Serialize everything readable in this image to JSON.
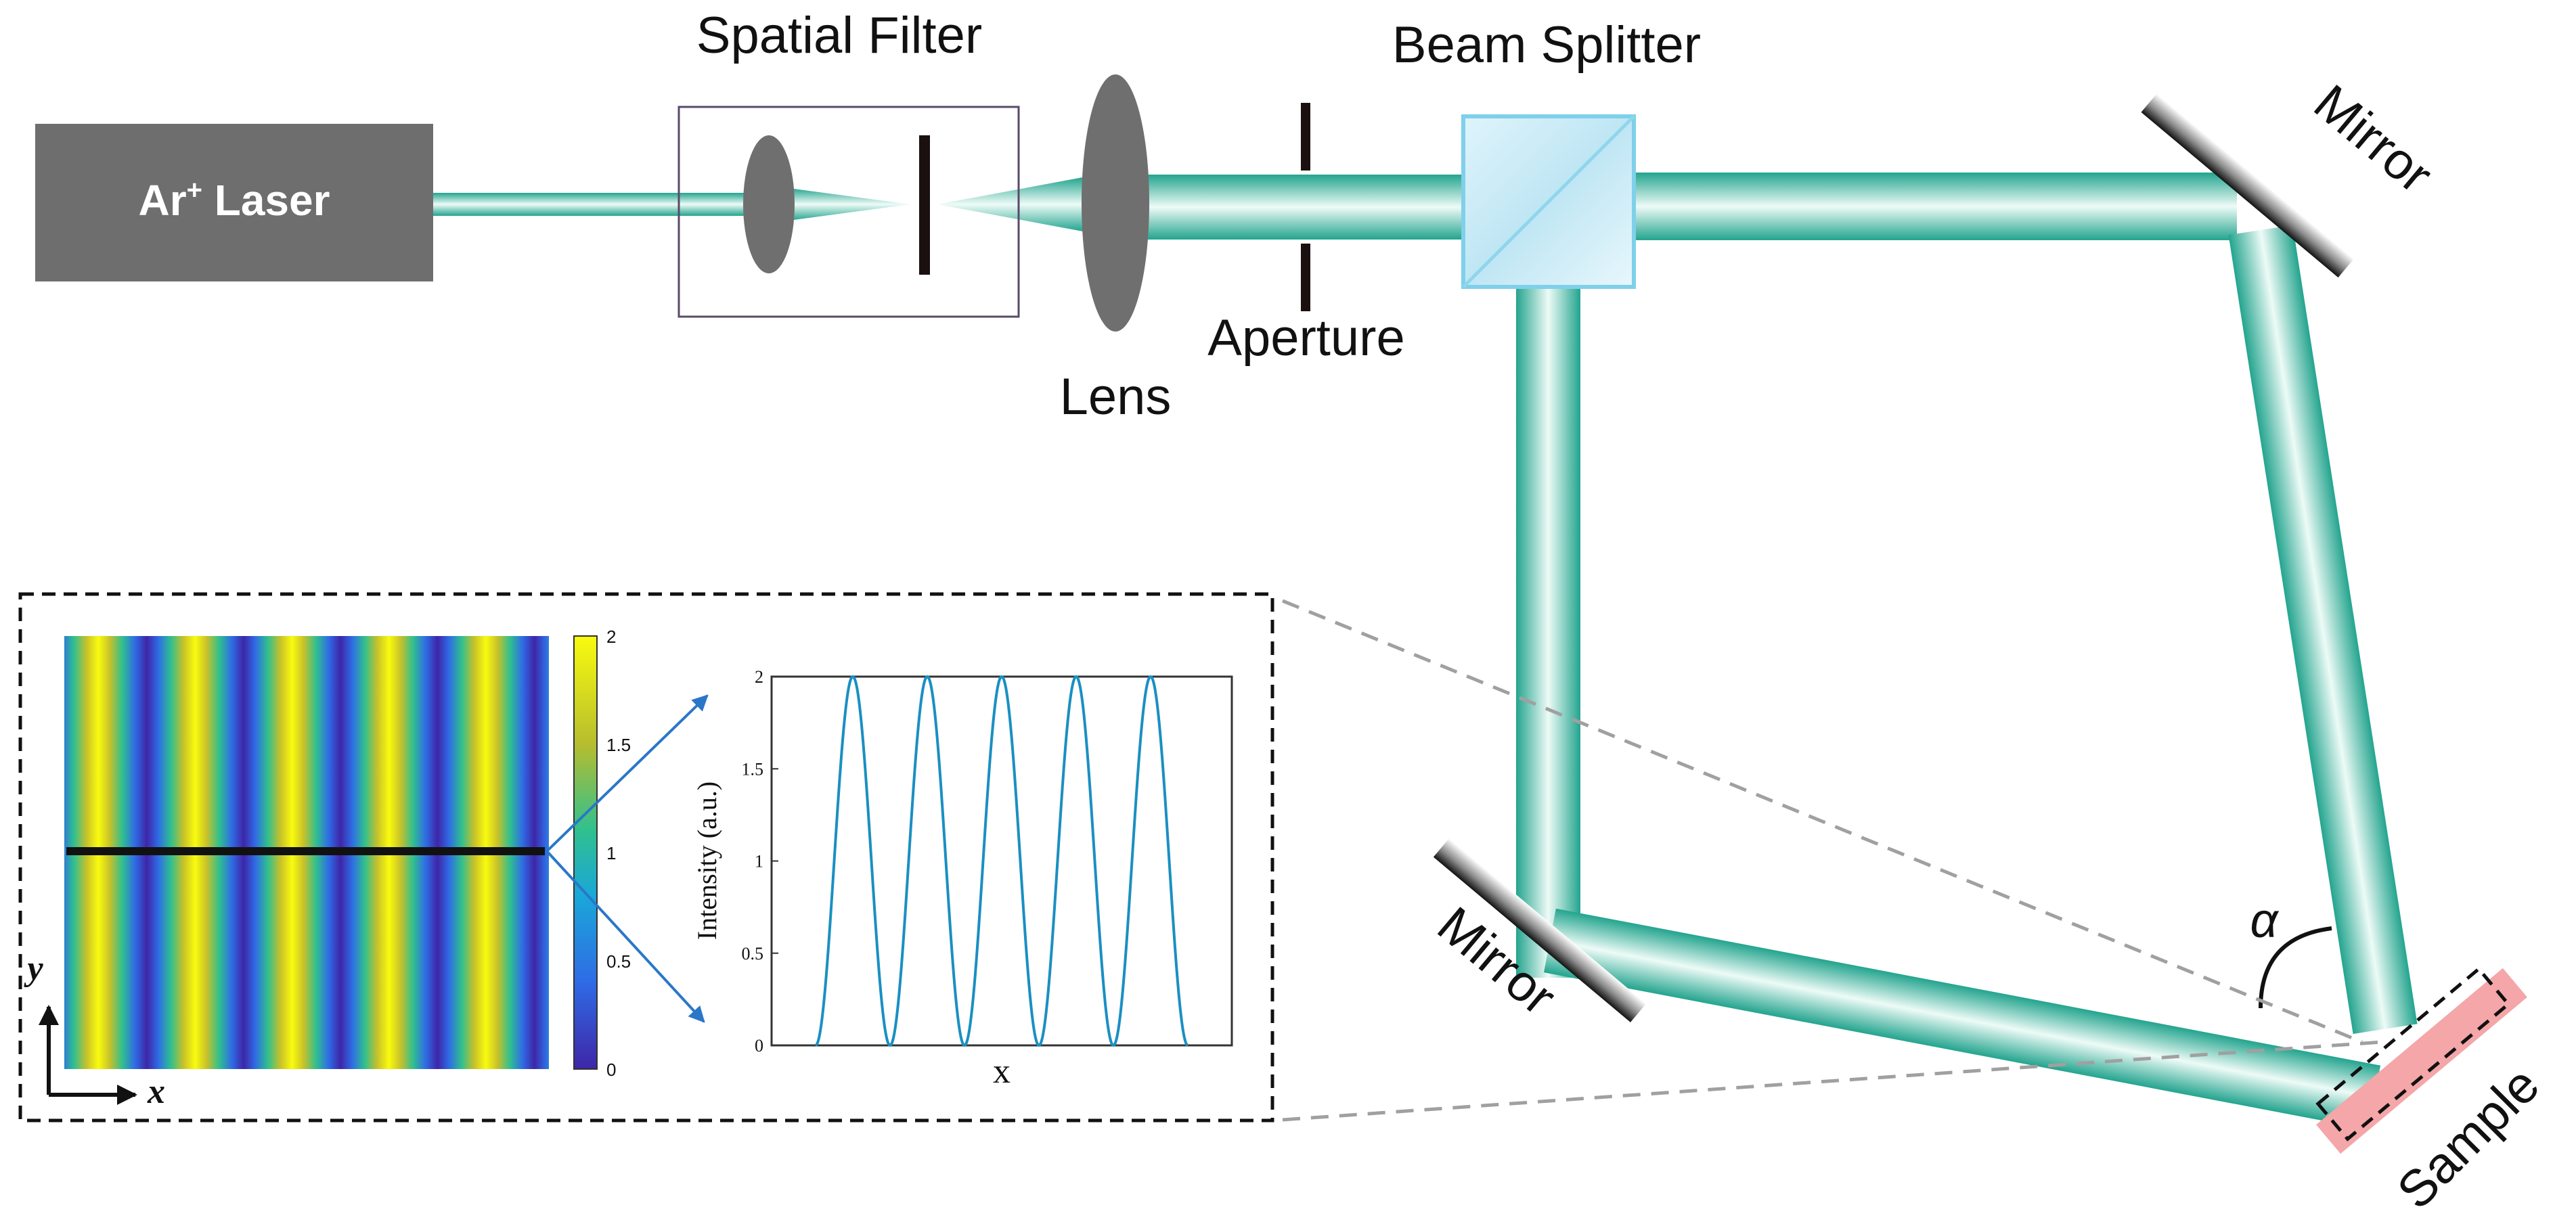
{
  "labels": {
    "laser": "Ar",
    "laser_superscript": "+",
    "laser_suffix": " Laser",
    "spatial_filter": "Spatial Filter",
    "lens": "Lens",
    "aperture": "Aperture",
    "beam_splitter": "Beam Splitter",
    "mirror_top": "Mirror",
    "mirror_bottom": "Mirror",
    "sample": "Sample",
    "angle": "α"
  },
  "inset": {
    "axis_y": "y",
    "axis_x": "x",
    "colorbar_ticks": [
      "2",
      "1.5",
      "1",
      "0.5",
      "0"
    ],
    "fringe_count": 5
  },
  "chart_data": {
    "type": "line",
    "title": "",
    "xlabel": "x",
    "ylabel": "Intensity (a.u.)",
    "ylim": [
      0,
      2
    ],
    "yticks": [
      "0",
      "0.5",
      "1",
      "1.5",
      "2"
    ],
    "series": [
      {
        "function": "1 - cos(2*pi*5*t)",
        "t_range": [
          0,
          1
        ],
        "peaks": 5,
        "min": 0,
        "max": 2
      }
    ]
  },
  "colors": {
    "beam_edge": "#23a48e",
    "beam_center": "#eefbf7",
    "laser_box": "#6e6e6e",
    "lens": "#6f6f6f",
    "splitter": "#a6dcef",
    "sample": "#f4a6a8",
    "line_plot": "#1a8fc2",
    "arrow": "#2a77c9"
  }
}
